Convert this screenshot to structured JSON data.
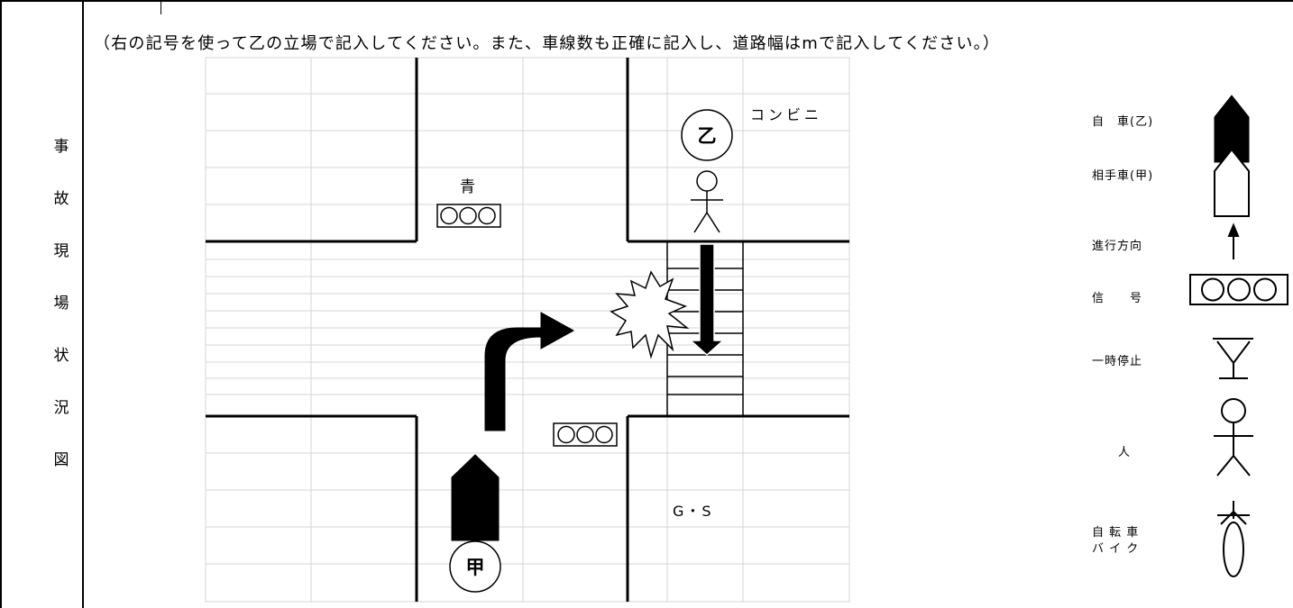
{
  "side_label_chars": [
    "事",
    "故",
    "現",
    "場",
    "状",
    "況",
    "図"
  ],
  "instruction": "（右の記号を使って乙の立場で記入してください。また、車線数も正確に記入し、道路幅はmで記入してください。）",
  "diagram": {
    "store_label": "コンビニ",
    "gas_station_label": "G・S",
    "signal_color_label": "青",
    "party_b_marker": "乙",
    "party_a_marker": "甲"
  },
  "legend": {
    "own_car": "自　車(乙)",
    "other_car": "相手車(甲)",
    "direction": "進行方向",
    "signal": "信　　号",
    "stop": "一時停止",
    "person": "人",
    "bicycle_line1": "自 転 車",
    "bicycle_line2": "バ イ ク"
  }
}
